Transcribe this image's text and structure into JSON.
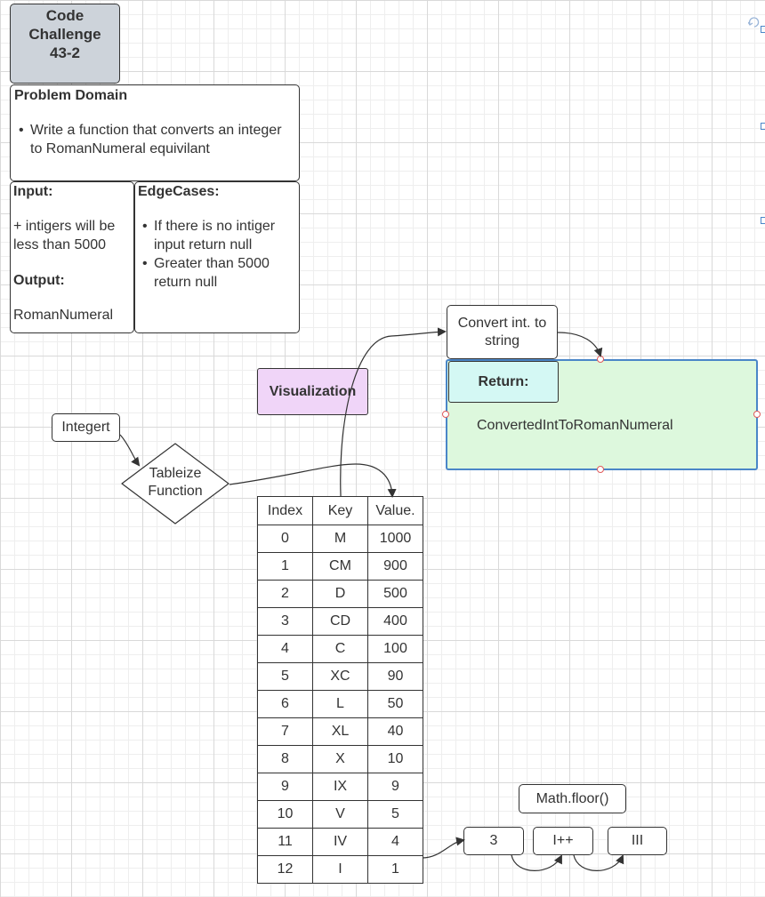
{
  "title_card": {
    "line1": "Code",
    "line2": "Challenge",
    "line3": "43-2"
  },
  "problem_domain": {
    "heading": "Problem Domain",
    "bullets": [
      "Write a function that converts an integer to RomanNumeral equivilant"
    ]
  },
  "input_output": {
    "input_heading": "Input:",
    "input_text": "+ intigers will be less than 5000",
    "output_heading": "Output:",
    "output_text": "RomanNumeral"
  },
  "edge_cases": {
    "heading": "EdgeCases:",
    "bullets": [
      "If there is no intiger input return null",
      "Greater than 5000 return null"
    ]
  },
  "visualization_label": "Visualization",
  "nodes": {
    "integer": "Integert",
    "tableize": "Tableize Function",
    "convert": "Convert int. to string",
    "return_heading": "Return:",
    "return_value": "ConvertedIntToRomanNumeral",
    "math_floor": "Math.floor()",
    "step_three": "3",
    "step_increment": "I++",
    "step_result": "III"
  },
  "table": {
    "headers": [
      "Index",
      "Key",
      "Value."
    ],
    "rows": [
      [
        "0",
        "M",
        "1000"
      ],
      [
        "1",
        "CM",
        "900"
      ],
      [
        "2",
        "D",
        "500"
      ],
      [
        "3",
        "CD",
        "400"
      ],
      [
        "4",
        "C",
        "100"
      ],
      [
        "5",
        "XC",
        "90"
      ],
      [
        "6",
        "L",
        "50"
      ],
      [
        "7",
        "XL",
        "40"
      ],
      [
        "8",
        "X",
        "10"
      ],
      [
        "9",
        "IX",
        "9"
      ],
      [
        "10",
        "V",
        "5"
      ],
      [
        "11",
        "IV",
        "4"
      ],
      [
        "12",
        "I",
        "1"
      ]
    ]
  },
  "colors": {
    "title_fill": "#cdd3da",
    "visualization_fill": "#f0d5f8",
    "return_fill": "#ddf8dd",
    "return_header_fill": "#d4f8f4",
    "selection_border": "#4a86c8"
  }
}
